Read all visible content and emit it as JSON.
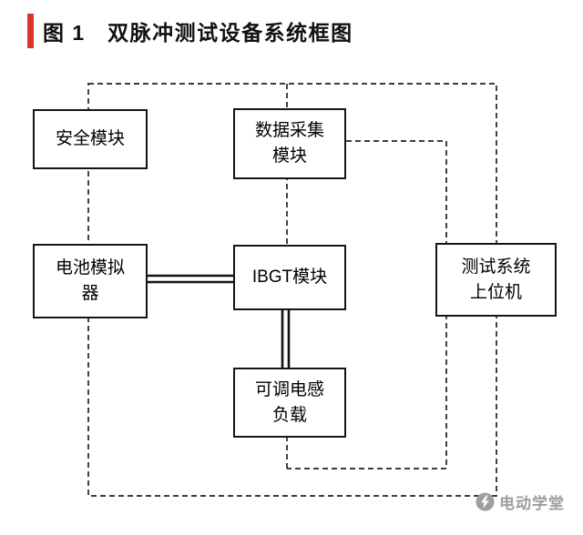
{
  "figure": {
    "title": "图 1　双脉冲测试设备系统框图",
    "accent_color": "#d9352b"
  },
  "nodes": {
    "safety": {
      "label": "安全模块"
    },
    "daq": {
      "label": "数据采集\n模块"
    },
    "battery": {
      "label": "电池模拟\n器"
    },
    "igbt": {
      "label": "IBGT模块"
    },
    "host": {
      "label": "测试系统\n上位机"
    },
    "load": {
      "label": "可调电感\n负载"
    }
  },
  "connections": [
    {
      "style": "dashed",
      "path": "control-loop",
      "links": [
        "测试系统上位机",
        "安全模块",
        "电池模拟器",
        "数据采集模块",
        "IBGT模块"
      ]
    },
    {
      "style": "dashed",
      "from": "数据采集模块",
      "to": "可调电感负载"
    },
    {
      "style": "solid-double",
      "from": "电池模拟器",
      "to": "IBGT模块"
    },
    {
      "style": "solid-double",
      "from": "IBGT模块",
      "to": "可调电感负载"
    }
  ],
  "watermark": {
    "text": "电动学堂",
    "icon": "lightning-circle-icon",
    "color": "#9e9e9e"
  }
}
